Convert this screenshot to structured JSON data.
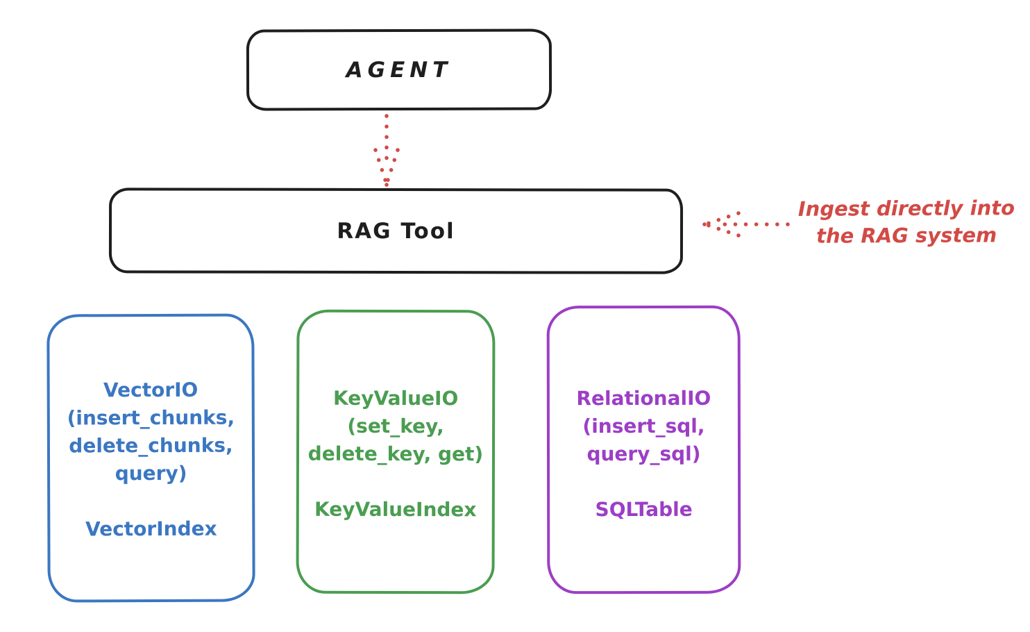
{
  "colors": {
    "ink": "#1e1e1e",
    "accent_red": "#d24a45",
    "blue": "#3b77c2",
    "green": "#4a9d51",
    "purple": "#9c3ec6"
  },
  "agent_box": {
    "label": "AGENT"
  },
  "rag_tool_box": {
    "label": "RAG Tool"
  },
  "annotation": {
    "line1": "Ingest directly into",
    "line2": "the RAG system"
  },
  "vector_box": {
    "title": "VectorIO",
    "method_lines": [
      "(insert_chunks,",
      "delete_chunks,",
      "query)"
    ],
    "index_label": "VectorIndex"
  },
  "key_value_box": {
    "title": "KeyValueIO",
    "method_lines": [
      "(set_key,",
      "delete_key, get)"
    ],
    "index_label": "KeyValueIndex"
  },
  "relational_box": {
    "title": "RelationalIO",
    "method_lines": [
      "(insert_sql,",
      "query_sql)"
    ],
    "index_label": "SQLTable"
  }
}
